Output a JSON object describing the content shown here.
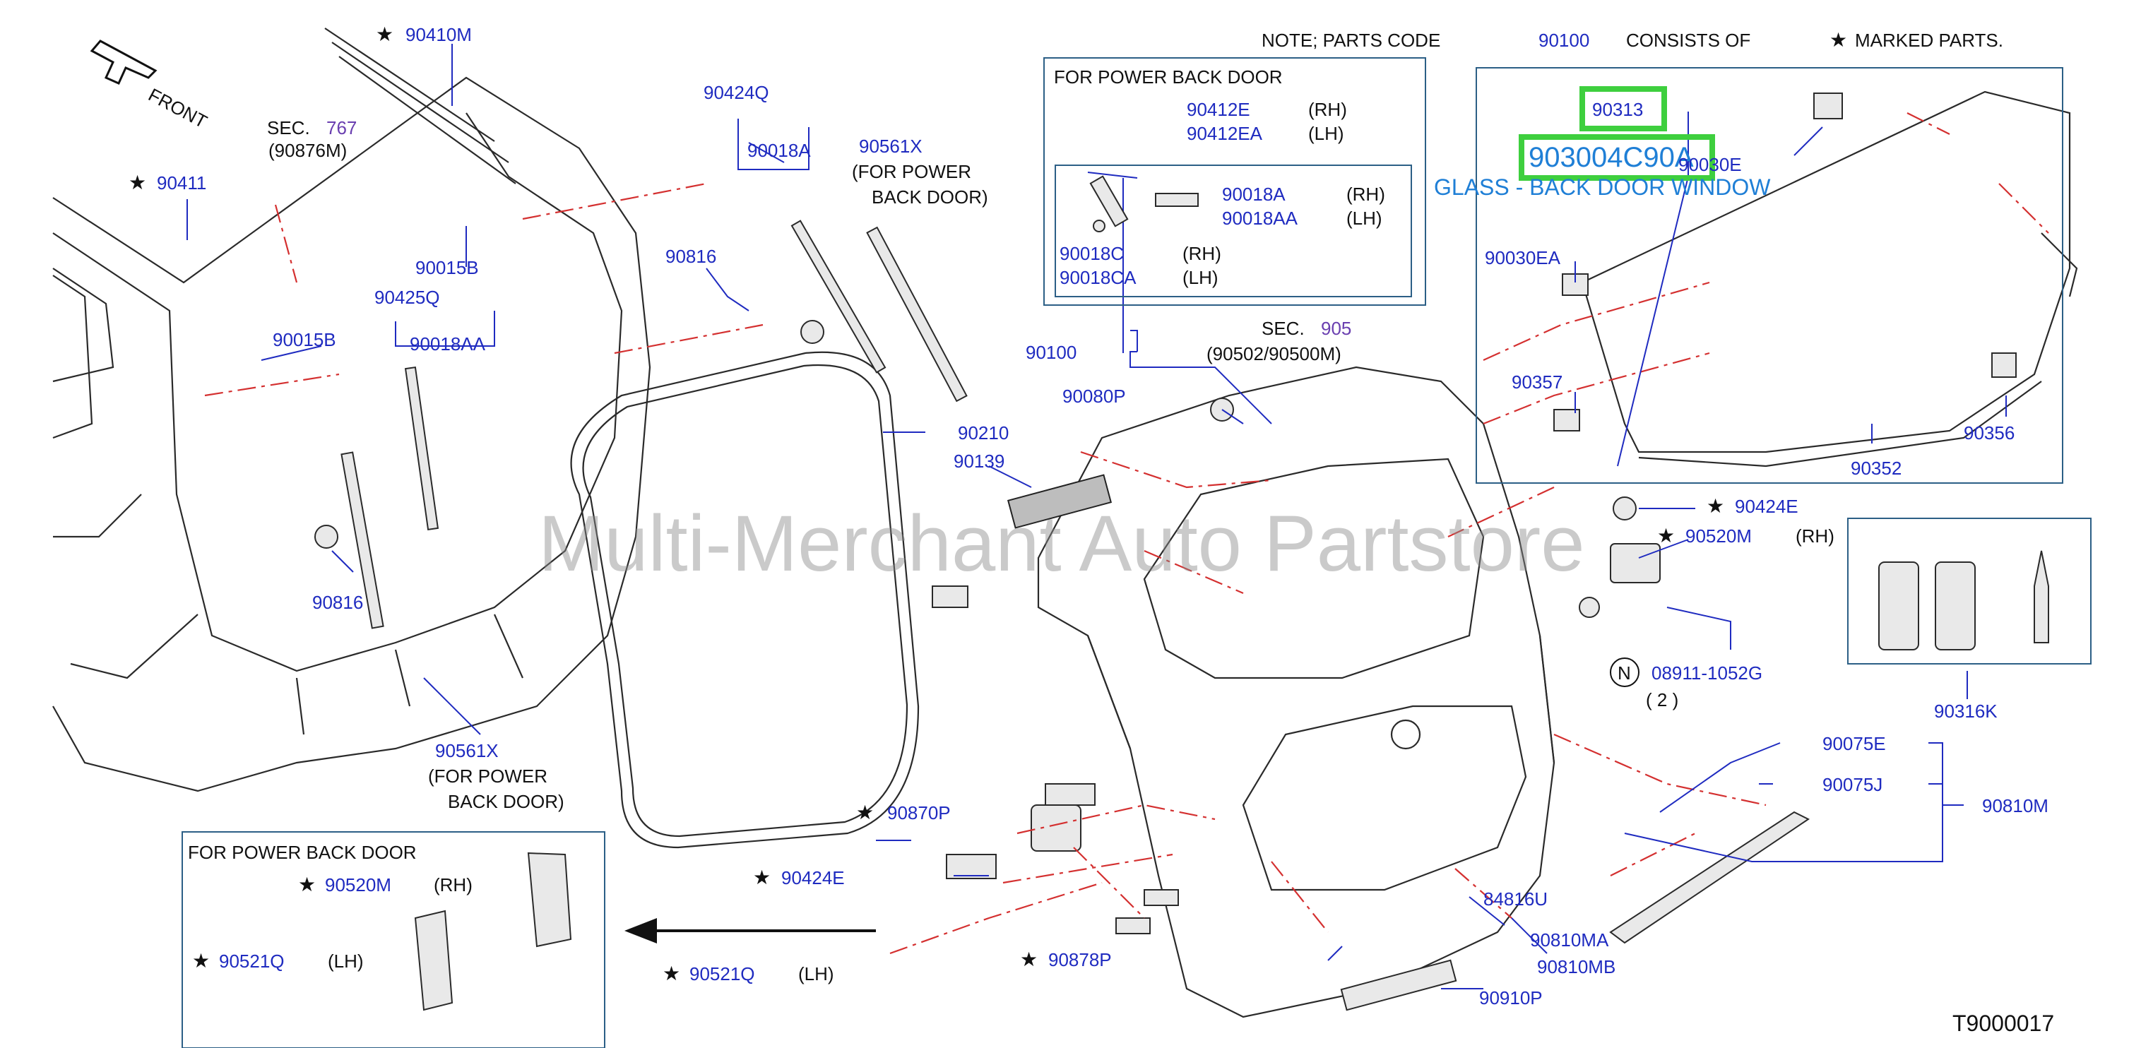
{
  "note": {
    "prefix": "NOTE;  PARTS  CODE",
    "code": "90100",
    "middle": "CONSISTS  OF",
    "star": "★",
    "suffix": "MARKED  PARTS."
  },
  "front_label": "FRONT",
  "drawing_number": "T9000017",
  "watermark": "Multi-Merchant Auto Partstore",
  "highlight": {
    "small_code": "90313",
    "big_code": "903004C90A",
    "description": "GLASS - BACK DOOR WINDOW"
  },
  "labels": {
    "p90410M": "90410M",
    "p90411": "90411",
    "sec767_prefix": "SEC.",
    "sec767_num": "767",
    "sec767_sub": "(90876M)",
    "p90015B_a": "90015B",
    "p90015B_b": "90015B",
    "p90425Q": "90425Q",
    "p90018AA": "90018AA",
    "p90816_a": "90816",
    "p90816_b": "90816",
    "p90424Q": "90424Q",
    "p90018A": "90018A",
    "p90561X_a": "90561X",
    "p90561X_a_note1": "(FOR  POWER",
    "p90561X_a_note2": "BACK  DOOR)",
    "p90561X_b": "90561X",
    "p90561X_b_note1": "(FOR  POWER",
    "p90561X_b_note2": "BACK  DOOR)",
    "p90210": "90210",
    "p90139": "90139",
    "p90080P": "90080P",
    "p90100": "90100",
    "sec905_prefix": "SEC.",
    "sec905_num": "905",
    "sec905_sub": "(90502/90500M)",
    "p90870P": "90870P",
    "p90424E_a": "90424E",
    "p90424E_b": "90424E",
    "p90520M": "90520M",
    "p90520M_rh": "(RH)",
    "p08911": "08911-1052G",
    "p08911_n": "N",
    "p08911_qty": "( 2 )",
    "p90521Q": "90521Q",
    "p90521Q_lh": "(LH)",
    "p90878P": "90878P",
    "p84816U": "84816U",
    "p90810MA": "90810MA",
    "p90810MB": "90810MB",
    "p90910P": "90910P",
    "p90075E": "90075E",
    "p90075J": "90075J",
    "p90810M": "90810M",
    "p90316K": "90316K",
    "p90030E": "90030E",
    "p90030EA": "90030EA",
    "p90357": "90357",
    "p90352": "90352",
    "p90356": "90356"
  },
  "power_box_top": {
    "title": "FOR  POWER  BACK  DOOR",
    "p90412E": "90412E",
    "p90412E_side": "(RH)",
    "p90412EA": "90412EA",
    "p90412EA_side": "(LH)",
    "p90018A": "90018A",
    "p90018A_side": "(RH)",
    "p90018AA": "90018AA",
    "p90018AA_side": "(LH)",
    "p90018C": "90018C",
    "p90018C_side": "(RH)",
    "p90018CA": "90018CA",
    "p90018CA_side": "(LH)"
  },
  "power_box_bottom": {
    "title": "FOR  POWER  BACK  DOOR",
    "p90520M": "90520M",
    "p90520M_side": "(RH)",
    "p90521Q": "90521Q",
    "p90521Q_side": "(LH)"
  },
  "colors": {
    "part_number": "#1f2bc0",
    "section_number": "#6a3fb0",
    "highlight_box": "#3ecf3e",
    "callout_text": "#1f7fd6",
    "hidden_line": "#d43030"
  }
}
